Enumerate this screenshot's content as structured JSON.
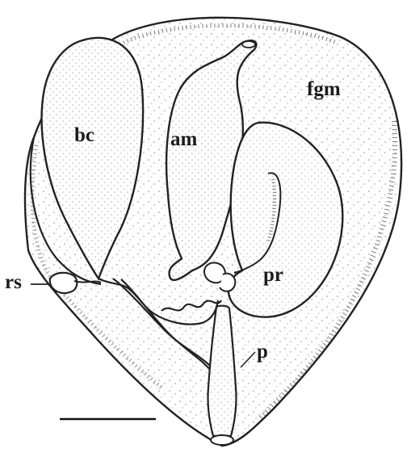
{
  "labels": {
    "fgm": "fgm",
    "bc": "bc",
    "am": "am",
    "pr": "pr",
    "rs": "rs",
    "p": "p"
  },
  "colors": {
    "ink": "#1c1c1c",
    "background": "#ffffff"
  }
}
